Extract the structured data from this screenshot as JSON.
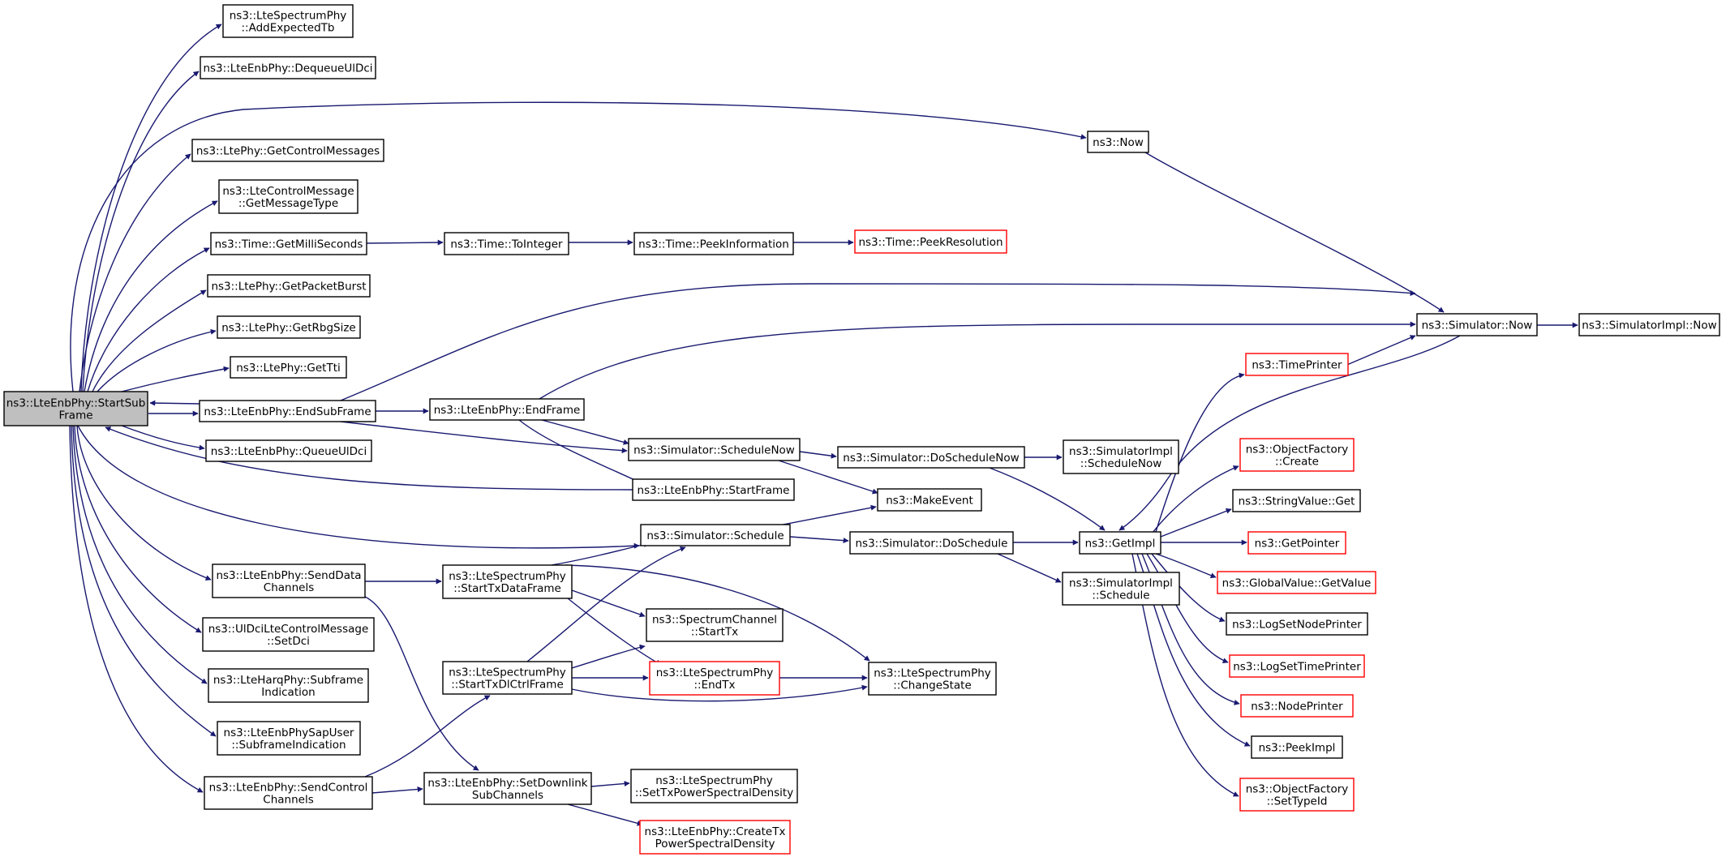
{
  "graph": {
    "edge_color": "#191970",
    "root_fill": "#bfbfbf",
    "red_border": "#ff0000",
    "nodes": [
      {
        "id": "root",
        "lines": [
          "ns3::LteEnbPhy::StartSub",
          "Frame"
        ],
        "root": true
      },
      {
        "id": "addExpectedTb",
        "lines": [
          "ns3::LteSpectrumPhy",
          "::AddExpectedTb"
        ]
      },
      {
        "id": "dequeueUlDci",
        "lines": [
          "ns3::LteEnbPhy::DequeueUlDci"
        ]
      },
      {
        "id": "getControlMessages",
        "lines": [
          "ns3::LtePhy::GetControlMessages"
        ]
      },
      {
        "id": "getMessageType",
        "lines": [
          "ns3::LteControlMessage",
          "::GetMessageType"
        ]
      },
      {
        "id": "getMilliSeconds",
        "lines": [
          "ns3::Time::GetMilliSeconds"
        ]
      },
      {
        "id": "getPacketBurst",
        "lines": [
          "ns3::LtePhy::GetPacketBurst"
        ]
      },
      {
        "id": "getRbgSize",
        "lines": [
          "ns3::LtePhy::GetRbgSize"
        ]
      },
      {
        "id": "getTti",
        "lines": [
          "ns3::LtePhy::GetTti"
        ]
      },
      {
        "id": "endSubFrame",
        "lines": [
          "ns3::LteEnbPhy::EndSubFrame"
        ]
      },
      {
        "id": "queueUlDci",
        "lines": [
          "ns3::LteEnbPhy::QueueUlDci"
        ]
      },
      {
        "id": "sendDataChannels",
        "lines": [
          "ns3::LteEnbPhy::SendData",
          "Channels"
        ]
      },
      {
        "id": "setDci",
        "lines": [
          "ns3::UlDciLteControlMessage",
          "::SetDci"
        ]
      },
      {
        "id": "subframeIndication",
        "lines": [
          "ns3::LteHarqPhy::Subframe",
          "Indication"
        ]
      },
      {
        "id": "sapSubframeIndication",
        "lines": [
          "ns3::LteEnbPhySapUser",
          "::SubframeIndication"
        ]
      },
      {
        "id": "sendControlChannels",
        "lines": [
          "ns3::LteEnbPhy::SendControl",
          "Channels"
        ]
      },
      {
        "id": "toInteger",
        "lines": [
          "ns3::Time::ToInteger"
        ]
      },
      {
        "id": "peekInformation",
        "lines": [
          "ns3::Time::PeekInformation"
        ]
      },
      {
        "id": "peekResolution",
        "lines": [
          "ns3::Time::PeekResolution"
        ],
        "red": true
      },
      {
        "id": "now",
        "lines": [
          "ns3::Now"
        ]
      },
      {
        "id": "endFrame",
        "lines": [
          "ns3::LteEnbPhy::EndFrame"
        ]
      },
      {
        "id": "scheduleNow",
        "lines": [
          "ns3::Simulator::ScheduleNow"
        ]
      },
      {
        "id": "startFrame",
        "lines": [
          "ns3::LteEnbPhy::StartFrame"
        ]
      },
      {
        "id": "schedule",
        "lines": [
          "ns3::Simulator::Schedule"
        ]
      },
      {
        "id": "startTxDataFrame",
        "lines": [
          "ns3::LteSpectrumPhy",
          "::StartTxDataFrame"
        ]
      },
      {
        "id": "startTxDlCtrlFrame",
        "lines": [
          "ns3::LteSpectrumPhy",
          "::StartTxDlCtrlFrame"
        ]
      },
      {
        "id": "setDownlinkSubChannels",
        "lines": [
          "ns3::LteEnbPhy::SetDownlink",
          "SubChannels"
        ]
      },
      {
        "id": "spectrumChannelStartTx",
        "lines": [
          "ns3::SpectrumChannel",
          "::StartTx"
        ]
      },
      {
        "id": "endTx",
        "lines": [
          "ns3::LteSpectrumPhy",
          "::EndTx"
        ],
        "red": true
      },
      {
        "id": "setTxPsd",
        "lines": [
          "ns3::LteSpectrumPhy",
          "::SetTxPowerSpectralDensity"
        ]
      },
      {
        "id": "createTxPsd",
        "lines": [
          "ns3::LteEnbPhy::CreateTx",
          "PowerSpectralDensity"
        ],
        "red": true
      },
      {
        "id": "simulatorNow",
        "lines": [
          "ns3::Simulator::Now"
        ]
      },
      {
        "id": "simImplNow",
        "lines": [
          "ns3::SimulatorImpl::Now"
        ]
      },
      {
        "id": "doScheduleNow",
        "lines": [
          "ns3::Simulator::DoScheduleNow"
        ]
      },
      {
        "id": "implScheduleNow",
        "lines": [
          "ns3::SimulatorImpl",
          "::ScheduleNow"
        ]
      },
      {
        "id": "makeEvent",
        "lines": [
          "ns3::MakeEvent"
        ]
      },
      {
        "id": "doSchedule",
        "lines": [
          "ns3::Simulator::DoSchedule"
        ]
      },
      {
        "id": "implSchedule",
        "lines": [
          "ns3::SimulatorImpl",
          "::Schedule"
        ]
      },
      {
        "id": "changeState",
        "lines": [
          "ns3::LteSpectrumPhy",
          "::ChangeState"
        ]
      },
      {
        "id": "getImpl",
        "lines": [
          "ns3::GetImpl"
        ]
      },
      {
        "id": "timePrinter",
        "lines": [
          "ns3::TimePrinter"
        ],
        "red": true
      },
      {
        "id": "ofCreate",
        "lines": [
          "ns3::ObjectFactory",
          "::Create"
        ],
        "red": true
      },
      {
        "id": "stringValueGet",
        "lines": [
          "ns3::StringValue::Get"
        ]
      },
      {
        "id": "getPointer",
        "lines": [
          "ns3::GetPointer"
        ],
        "red": true
      },
      {
        "id": "globalValueGetValue",
        "lines": [
          "ns3::GlobalValue::GetValue"
        ],
        "red": true
      },
      {
        "id": "logSetNodePrinter",
        "lines": [
          "ns3::LogSetNodePrinter"
        ]
      },
      {
        "id": "logSetTimePrinter",
        "lines": [
          "ns3::LogSetTimePrinter"
        ],
        "red": true
      },
      {
        "id": "nodePrinter",
        "lines": [
          "ns3::NodePrinter"
        ],
        "red": true
      },
      {
        "id": "peekImpl",
        "lines": [
          "ns3::PeekImpl"
        ]
      },
      {
        "id": "ofSetTypeId",
        "lines": [
          "ns3::ObjectFactory",
          "::SetTypeId"
        ],
        "red": true
      }
    ]
  }
}
